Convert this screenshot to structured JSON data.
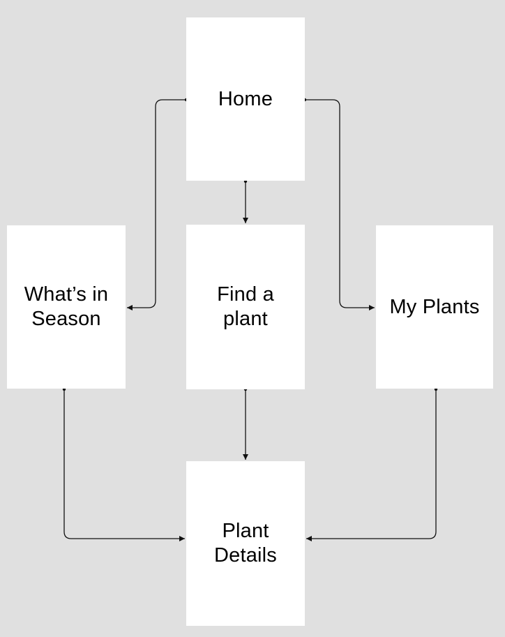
{
  "diagram": {
    "type": "screen-flow",
    "colors": {
      "background": "#e0e0e0",
      "node_fill": "#ffffff",
      "connector": "#111111",
      "text": "#000000"
    },
    "nodes": [
      {
        "id": "home",
        "label": "Home"
      },
      {
        "id": "whats-in-season",
        "label": "What’s in\nSeason"
      },
      {
        "id": "find-a-plant",
        "label": "Find a\nplant"
      },
      {
        "id": "my-plants",
        "label": "My Plants"
      },
      {
        "id": "plant-details",
        "label": "Plant\nDetails"
      }
    ],
    "edges": [
      {
        "from": "Home",
        "to": "What’s in Season"
      },
      {
        "from": "Home",
        "to": "Find a plant"
      },
      {
        "from": "Home",
        "to": "My Plants"
      },
      {
        "from": "Find a plant",
        "to": "Plant Details"
      },
      {
        "from": "What’s in Season",
        "to": "Plant Details"
      },
      {
        "from": "My Plants",
        "to": "Plant Details"
      }
    ]
  }
}
